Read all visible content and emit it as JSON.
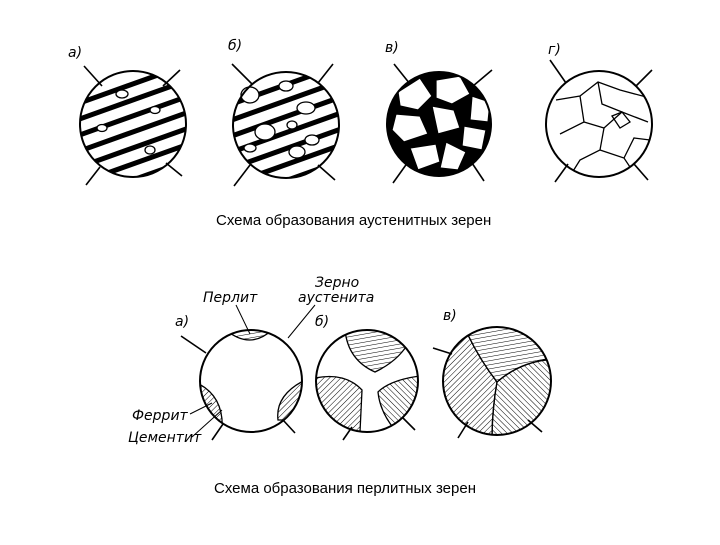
{
  "austenite_diagram": {
    "panel_labels": [
      "а)",
      "б)",
      "в)",
      "г)"
    ],
    "caption": "Схема образования аустенитных зерен"
  },
  "pearlite_diagram": {
    "panel_labels": [
      "а)",
      "б)",
      "в)"
    ],
    "annotations": {
      "pearlite": "Перлит",
      "austenite_grain_line1": "Зерно",
      "austenite_grain_line2": "аустенита",
      "ferrite": "Феррит",
      "cementite": "Цементит"
    },
    "caption": "Схема образования перлитных зерен"
  },
  "colors": {
    "ink": "#000000",
    "paper": "#ffffff"
  }
}
